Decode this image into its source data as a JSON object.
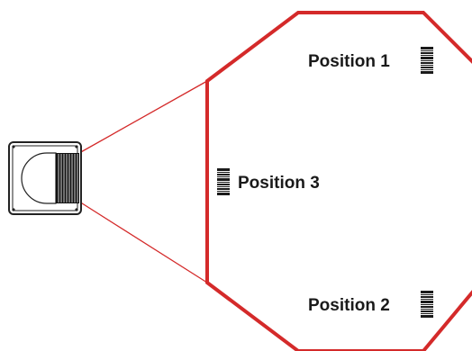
{
  "positions": [
    {
      "label": "Position 1"
    },
    {
      "label": "Position 2"
    },
    {
      "label": "Position 3"
    }
  ],
  "colors": {
    "outline": "#d42a2a",
    "beam": "#d42a2a",
    "device": "#222222",
    "text": "#1a1a1a"
  },
  "icons": {
    "device": "scanner-icon",
    "code": "linear-barcode-icon"
  }
}
